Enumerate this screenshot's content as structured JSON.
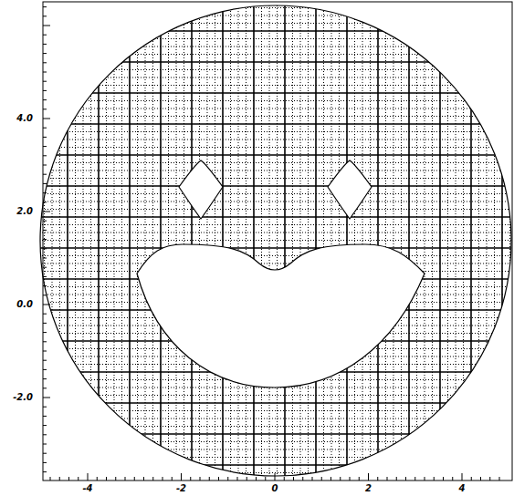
{
  "diagram": {
    "labels": [
      "4.0",
      "2.0",
      "0.0",
      "-2.0",
      "-4",
      "-2",
      "0",
      "2",
      "4"
    ]
  }
}
